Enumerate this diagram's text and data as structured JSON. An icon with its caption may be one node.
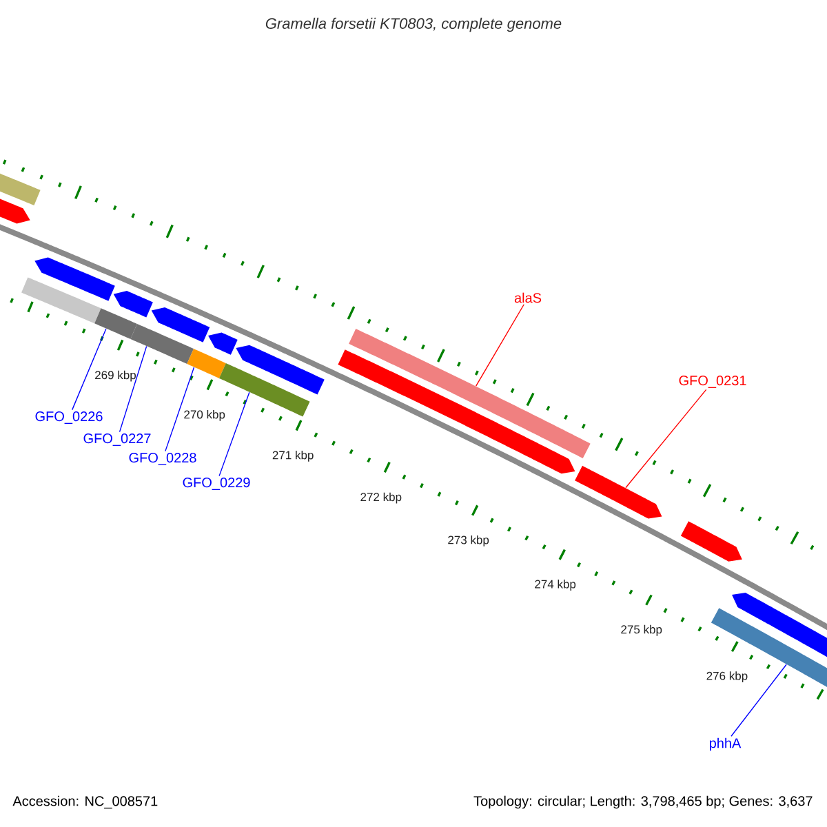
{
  "diagram": {
    "title": "Gramella forsetii KT0803, complete genome",
    "nodes": [
      {
        "text": [
          "alaS"
        ]
      },
      {
        "text": [
          "GFO_0231"
        ]
      },
      {
        "text": [
          "GFO_0226"
        ]
      },
      {
        "text": [
          "GFO_0227"
        ]
      },
      {
        "text": [
          "GFO_0228"
        ]
      },
      {
        "text": [
          "GFO_0229"
        ]
      },
      {
        "text": [
          "phhA"
        ]
      },
      {
        "text": [],
        "shape": "bar"
      },
      {
        "text": [],
        "shape": "bar"
      },
      {
        "text": [],
        "shape": "bar"
      },
      {
        "text": [],
        "shape": "bar"
      },
      {
        "text": [],
        "shape": "bar"
      },
      {
        "text": [],
        "shape": "bar"
      },
      {
        "text": [],
        "shape": "bar"
      },
      {
        "text": [],
        "shape": "bar"
      },
      {
        "text": [],
        "shape": "bar"
      },
      {
        "text": [],
        "shape": "bar"
      },
      {
        "text": [],
        "shape": "bar"
      },
      {
        "text": [],
        "shape": "bar"
      },
      {
        "text": [],
        "shape": "bar"
      },
      {
        "text": [],
        "shape": "bar"
      },
      {
        "text": [],
        "shape": "bar"
      },
      {
        "text": [],
        "shape": "bar"
      },
      {
        "text": [],
        "shape": "bar"
      },
      {
        "text": [],
        "shape": "bar"
      }
    ],
    "edges": [
      {
        "from": 0,
        "to": 20,
        "arrow": "none",
        "color": "#ff0000"
      },
      {
        "from": 1,
        "to": 21,
        "arrow": "none",
        "color": "#ff0000"
      },
      {
        "from": 2,
        "to": 11,
        "arrow": "none"
      },
      {
        "from": 3,
        "to": 13,
        "arrow": "none"
      },
      {
        "from": 4,
        "to": 15,
        "arrow": "none"
      },
      {
        "from": 5,
        "to": 17,
        "arrow": "none"
      },
      {
        "from": 6,
        "to": 23,
        "arrow": "none"
      }
    ],
    "labels": [
      "269 kbp",
      "270 kbp",
      "271 kbp",
      "272 kbp",
      "273 kbp",
      "274 kbp",
      "275 kbp",
      "276 kbp",
      "Accession: NC_008571",
      "Topology: circular; Length: 3,798,465 bp; Genes: 3,637"
    ]
  }
}
